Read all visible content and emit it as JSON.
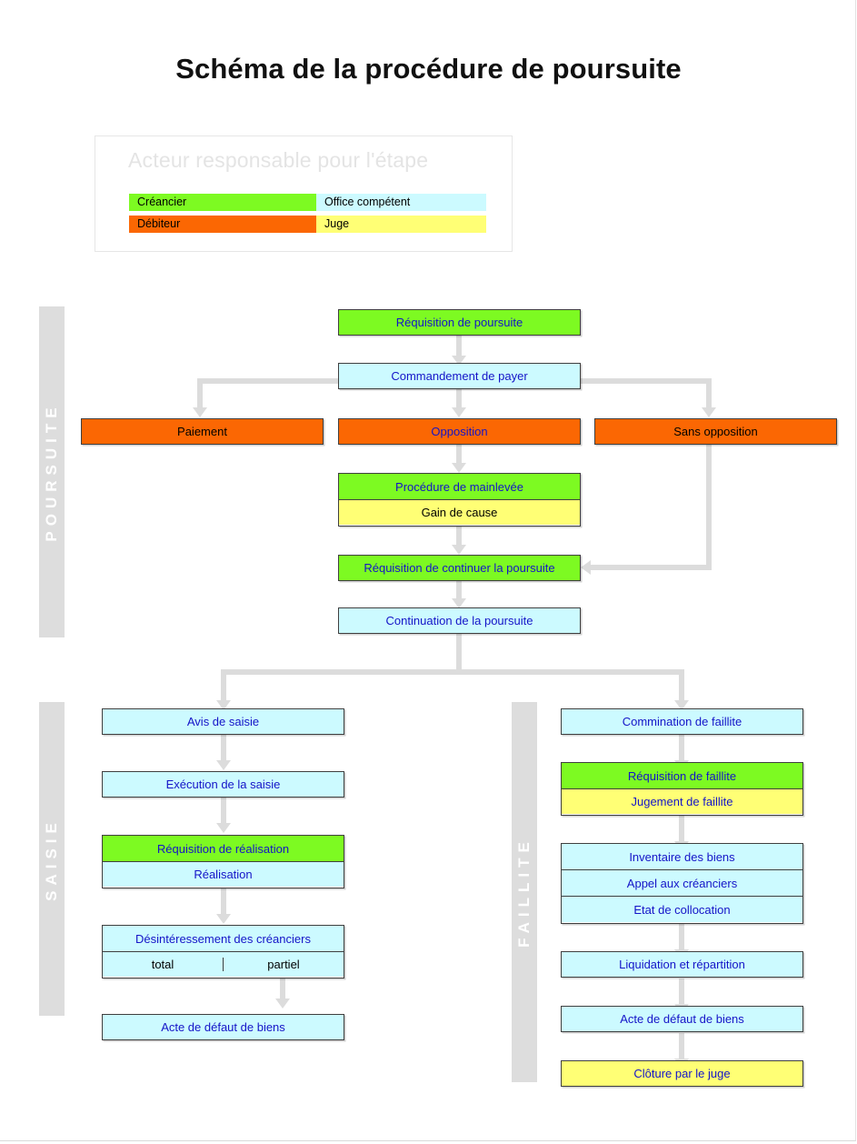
{
  "page": {
    "title": "Schéma de la procédure de poursuite",
    "background": "#ffffff"
  },
  "colors": {
    "creancier": "#7dfa22",
    "debiteur": "#fb6703",
    "office": "#ccfaff",
    "juge": "#ffff75",
    "connector": "#dcdcdc",
    "band": "#dddddd",
    "text_blue": "#1414c8",
    "text_black": "#000000",
    "border": "#3f3f3f"
  },
  "legend": {
    "title": "Acteur responsable pour l'étape",
    "items": [
      {
        "label": "Créancier",
        "color": "#7dfa22",
        "actor": "creancier"
      },
      {
        "label": "Débiteur",
        "color": "#fb6703",
        "actor": "debiteur"
      },
      {
        "label": "Office compétent",
        "color": "#ccfaff",
        "actor": "office"
      },
      {
        "label": "Juge",
        "color": "#ffff75",
        "actor": "juge"
      }
    ]
  },
  "sections": [
    {
      "id": "poursuite",
      "label": "POURSUITE"
    },
    {
      "id": "saisie",
      "label": "SAISIE"
    },
    {
      "id": "faillite",
      "label": "FAILLITE"
    }
  ],
  "nodes": {
    "requisition_poursuite": {
      "label": "Réquisition de poursuite"
    },
    "commandement_payer": {
      "label": "Commandement de payer"
    },
    "paiement": {
      "label": "Paiement"
    },
    "opposition": {
      "label": "Opposition"
    },
    "sans_opposition": {
      "label": "Sans opposition"
    },
    "procedure_mainlevee": {
      "label": "Procédure de mainlevée"
    },
    "gain_de_cause": {
      "label": "Gain de cause"
    },
    "requisition_continuer": {
      "label": "Réquisition de continuer la poursuite"
    },
    "continuation_poursuite": {
      "label": "Continuation de la poursuite"
    },
    "avis_saisie": {
      "label": "Avis de saisie"
    },
    "execution_saisie": {
      "label": "Exécution de la saisie"
    },
    "requisition_realisation": {
      "label": "Réquisition de réalisation"
    },
    "realisation": {
      "label": "Réalisation"
    },
    "desinteressement": {
      "label": "Désintéressement des créanciers"
    },
    "total": {
      "label": "total"
    },
    "partiel": {
      "label": "partiel"
    },
    "acte_defaut_saisie": {
      "label": "Acte de défaut de biens"
    },
    "commination_faillite": {
      "label": "Commination de faillite"
    },
    "requisition_faillite": {
      "label": "Réquisition de faillite"
    },
    "jugement_faillite": {
      "label": "Jugement de faillite"
    },
    "inventaire_biens": {
      "label": "Inventaire des biens"
    },
    "appel_creanciers": {
      "label": "Appel aux créanciers"
    },
    "etat_collocation": {
      "label": "Etat de collocation"
    },
    "liquidation_repartition": {
      "label": "Liquidation et répartition"
    },
    "acte_defaut_faillite": {
      "label": "Acte de défaut de biens"
    },
    "cloture_juge": {
      "label": "Clôture par le juge"
    }
  }
}
